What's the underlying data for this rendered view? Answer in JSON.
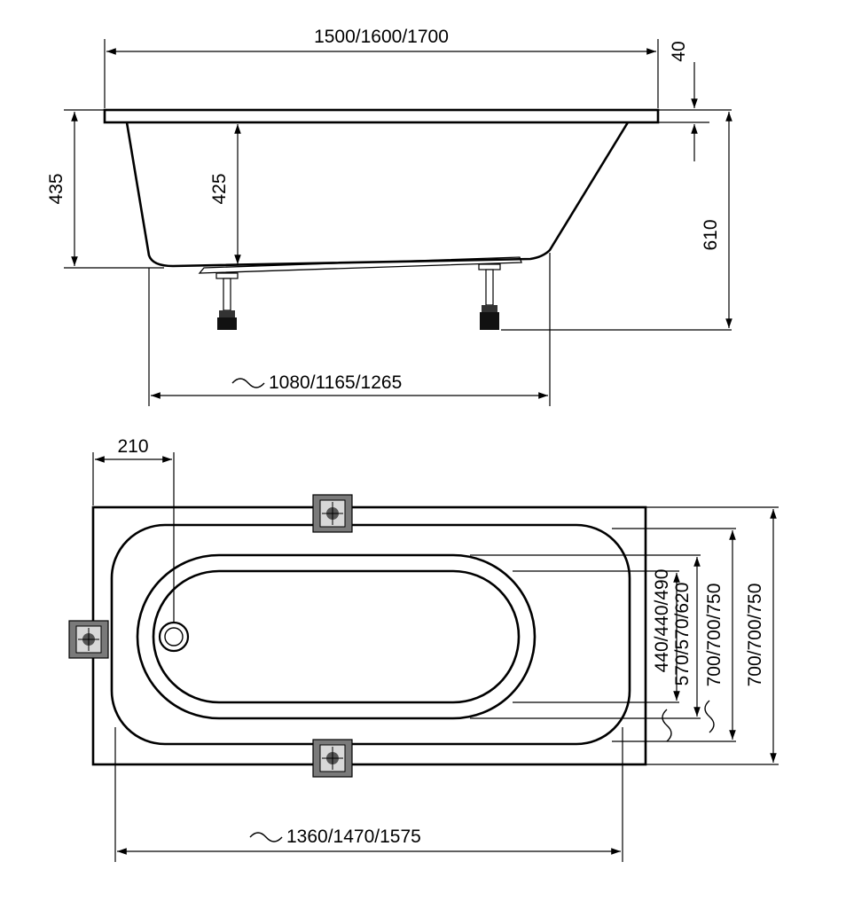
{
  "side_view": {
    "total_length": "1500/1600/1700",
    "rim_thickness": "40",
    "total_height": "435",
    "inner_depth": "425",
    "height_with_legs": "610",
    "leg_span": "1080/1165/1265"
  },
  "top_view": {
    "drain_offset": "210",
    "inner_width": "440/440/490",
    "bottom_width": "570/570/620",
    "rim_width": "700/700/750",
    "total_width": "700/700/750",
    "inner_length": "1360/1470/1575"
  },
  "colors": {
    "line": "#000000",
    "bracket": "#7a7a7a"
  }
}
